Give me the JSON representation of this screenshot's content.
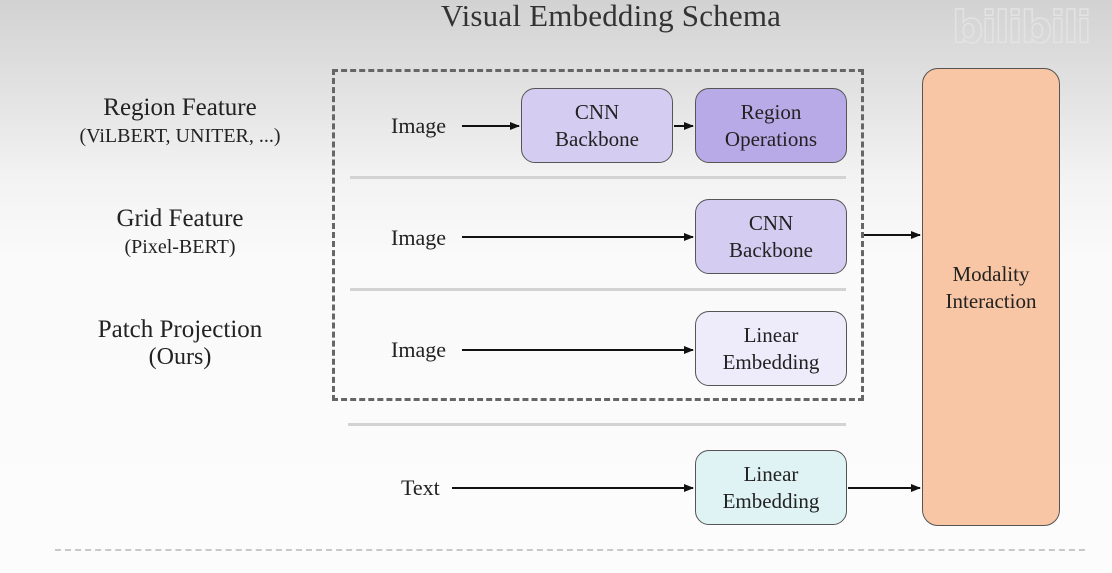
{
  "title": "Visual Embedding Schema",
  "watermark": "bilibili",
  "rows": [
    {
      "label": "Region Feature",
      "sublabel": "(ViLBERT, UNITER, ...)",
      "input": "Image",
      "stages": [
        "CNN\nBackbone",
        "Region\nOperations"
      ]
    },
    {
      "label": "Grid Feature",
      "sublabel": "(Pixel-BERT)",
      "input": "Image",
      "stages": [
        "CNN\nBackbone"
      ]
    },
    {
      "label": "Patch Projection",
      "sublabel": "(Ours)",
      "input": "Image",
      "stages": [
        "Linear\nEmbedding"
      ]
    },
    {
      "label": "",
      "sublabel": "",
      "input": "Text",
      "stages": [
        "Linear\nEmbedding"
      ]
    }
  ],
  "interaction": "Modality\nInteraction",
  "colors": {
    "cnn_backbone": "#d4ccf1",
    "region_operations": "#b8aae6",
    "linear_embedding_image": "#eeecfb",
    "linear_embedding_text": "#dff2f4",
    "modality_interaction": "#f8c6a4"
  }
}
